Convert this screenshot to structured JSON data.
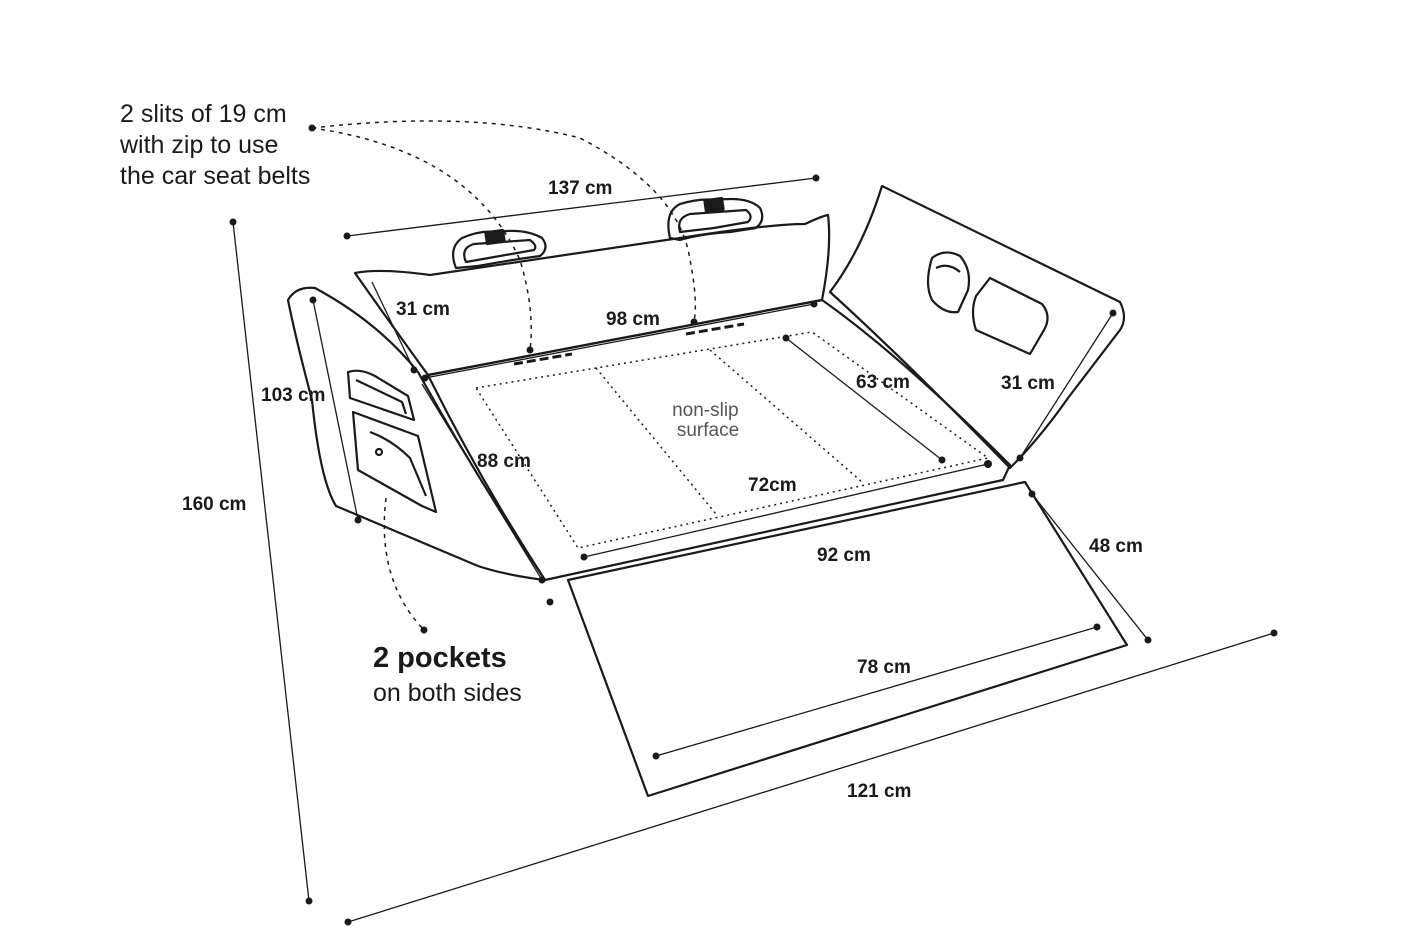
{
  "diagram": {
    "callouts": {
      "slits": [
        "2 slits of 19 cm",
        "with zip to use",
        "the car seat belts"
      ],
      "pockets_bold": "2 pockets",
      "pockets_text": "on both sides"
    },
    "surface_label": [
      "non-slip",
      "surface"
    ],
    "dimensions": {
      "top_width": "137 cm",
      "backrest_height": "31 cm",
      "backrest_width": "98 cm",
      "left_side_height": "103 cm",
      "overall_length": "160 cm",
      "floor_depth": "88 cm",
      "surface_depth": "63 cm",
      "right_side_height": "31 cm",
      "surface_width": "72cm",
      "floor_width": "92 cm",
      "flap_depth": "48 cm",
      "flap_width": "78 cm",
      "bottom_width": "121 cm"
    }
  }
}
